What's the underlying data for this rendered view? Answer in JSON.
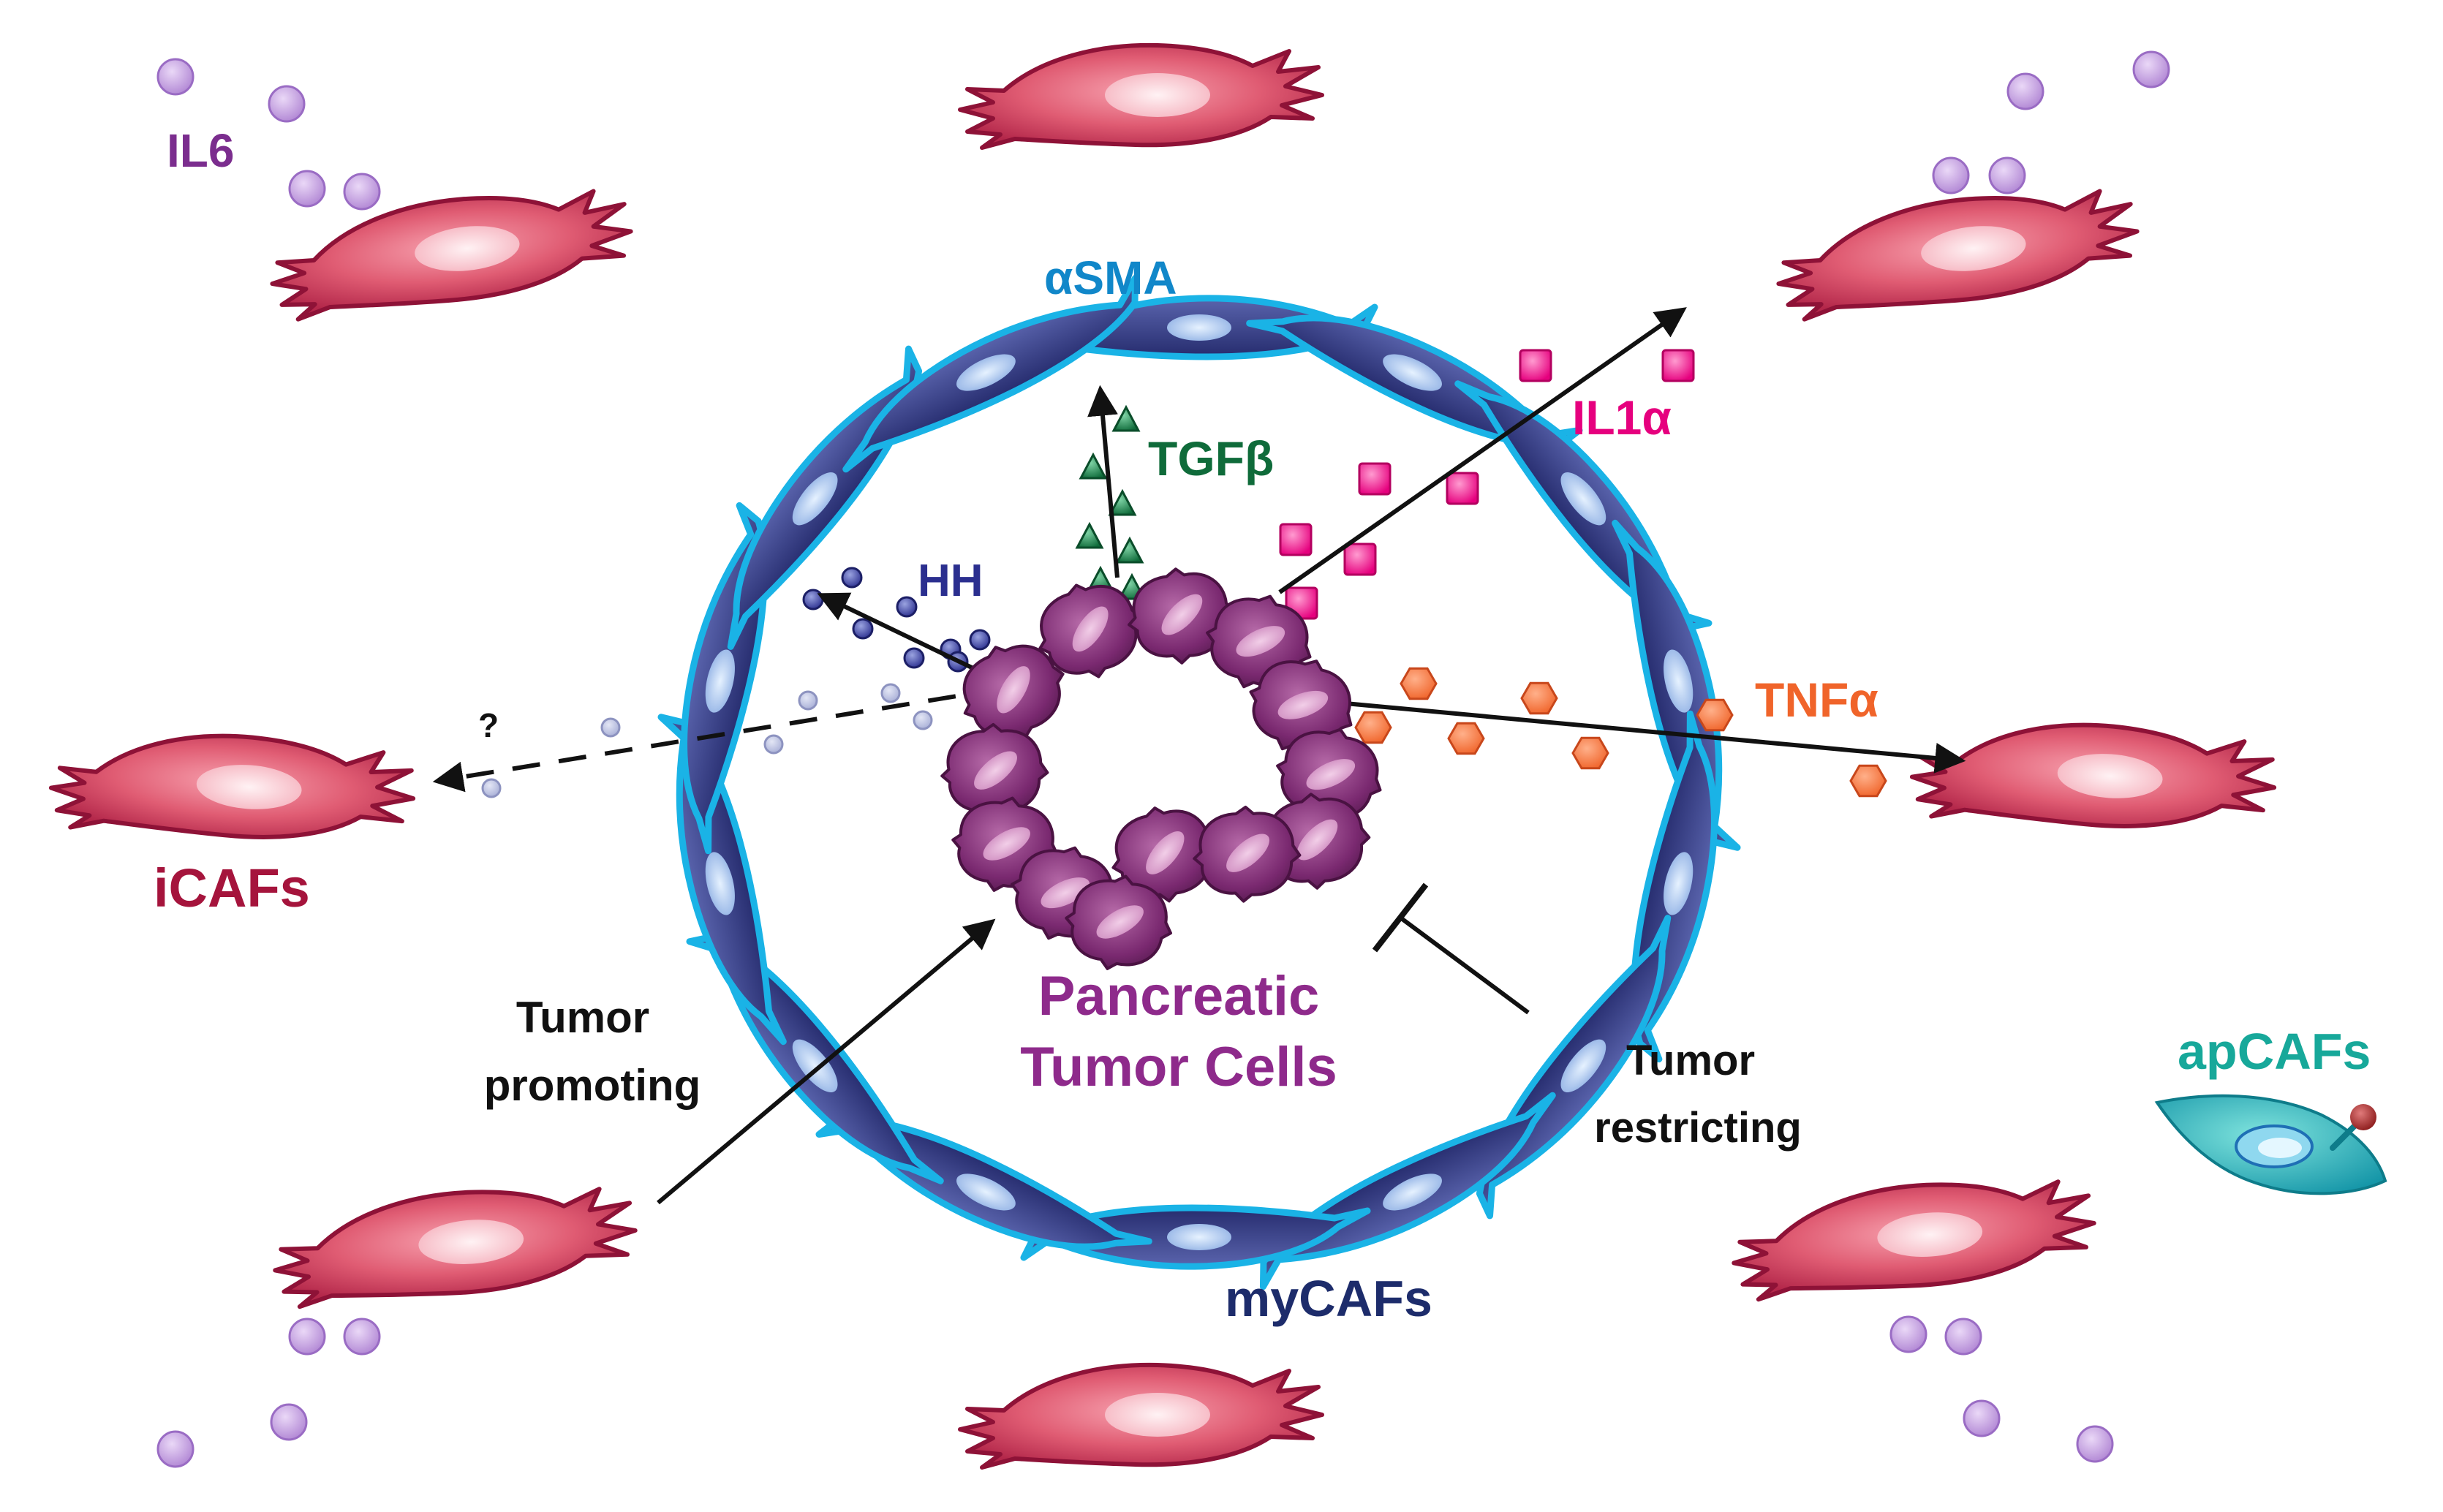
{
  "labels": {
    "il6": "IL6",
    "asma": "αSMA",
    "tgfb": "TGFβ",
    "il1a": "IL1α",
    "hh": "HH",
    "tnfa": "TNFα",
    "question": "?",
    "icafs": "iCAFs",
    "tumor_cells_line1": "Pancreatic",
    "tumor_cells_line2": "Tumor Cells",
    "promoting_line1": "Tumor",
    "promoting_line2": "promoting",
    "restricting_line1": "Tumor",
    "restricting_line2": "restricting",
    "apcafs": "apCAFs",
    "mycafs": "myCAFs"
  },
  "colors": {
    "il6": "#7b2d8e",
    "asma": "#1187c9",
    "tgfb": "#0f6b3a",
    "il1a": "#e6007e",
    "hh": "#2b2f8f",
    "tnfa": "#f0642a",
    "icafs": "#a5143c",
    "tumor_cells": "#8e2a8b",
    "apcafs": "#17a89a",
    "mycafs": "#1d2c6b",
    "text": "#111111",
    "fibroblast": "#e05c73",
    "fibroblast_dark": "#8e1237",
    "tumor_cell": "#7a2970",
    "ring_cell": "#2f3782",
    "ring_outline": "#1ab3e6",
    "il6_particle": "#c9a8e0"
  }
}
